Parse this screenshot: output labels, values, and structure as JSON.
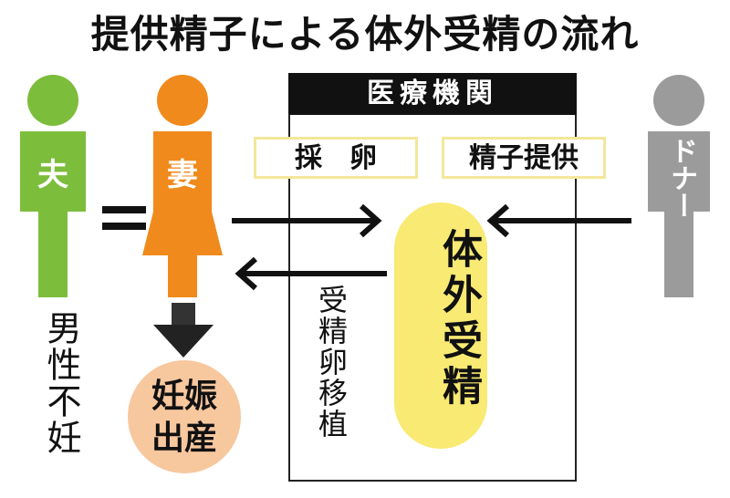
{
  "title": "提供精子による体外受精の流れ",
  "institution": {
    "label": "医療機関"
  },
  "steps": {
    "egg": "採　卵",
    "sperm": "精子提供"
  },
  "ivf": "体外受精",
  "transfer": "受精卵移植",
  "husband": {
    "label": "夫",
    "color": "#7cbd3b",
    "condition": "男性不妊"
  },
  "wife": {
    "label": "妻",
    "color": "#f08a1c",
    "outcome_line1": "妊娠",
    "outcome_line2": "出産"
  },
  "donor": {
    "label": "ドナー",
    "color": "#9b9b9b"
  }
}
